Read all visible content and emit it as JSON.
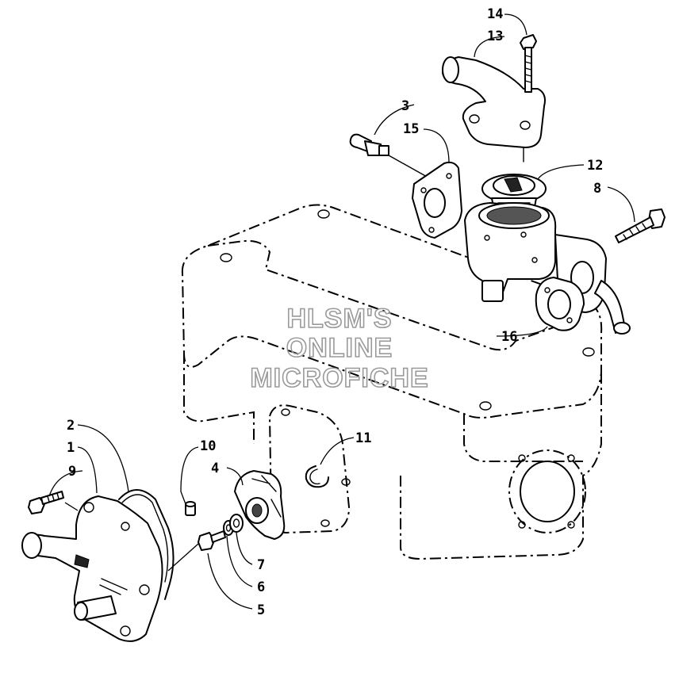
{
  "watermark": {
    "line1": "HLSM'S",
    "line2": "ONLINE",
    "line3": "MICROFICHE"
  },
  "callouts": {
    "c1": "1",
    "c2": "2",
    "c3": "3",
    "c4": "4",
    "c5": "5",
    "c6": "6",
    "c7": "7",
    "c8": "8",
    "c9": "9",
    "c10": "10",
    "c11": "11",
    "c12": "12",
    "c13": "13",
    "c14": "14",
    "c15": "15",
    "c16": "16"
  }
}
